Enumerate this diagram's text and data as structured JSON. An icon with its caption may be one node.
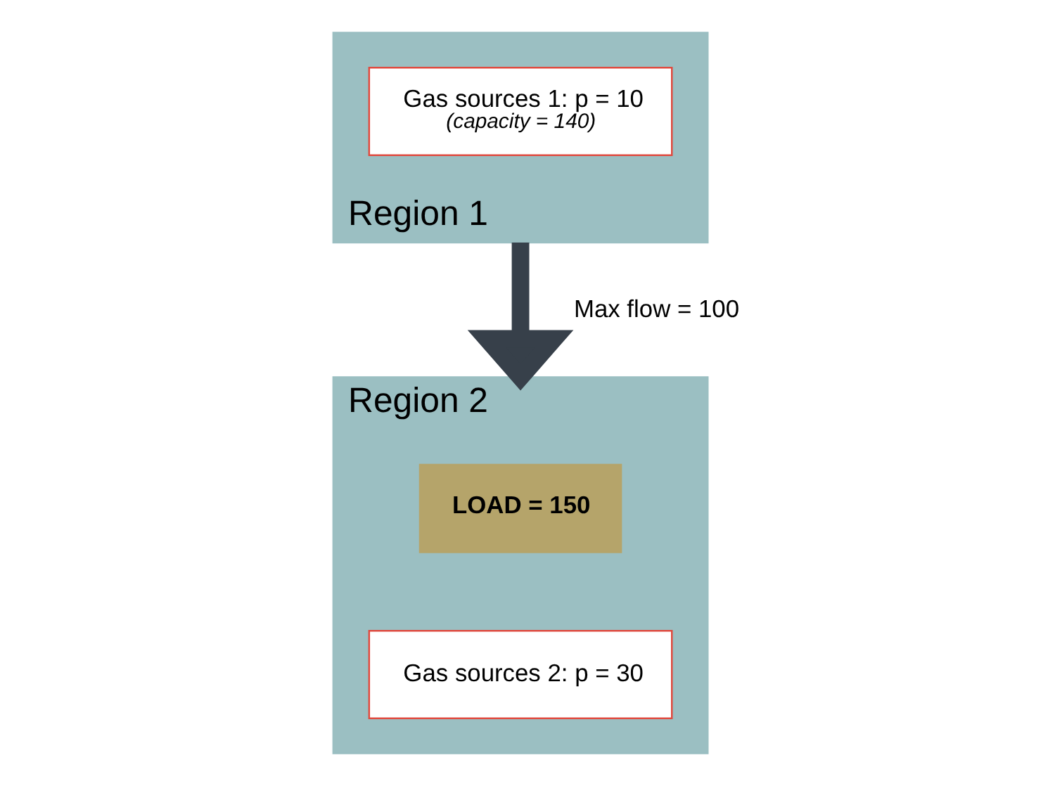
{
  "diagram": {
    "nodes": [
      {
        "text": [
          "Region 1"
        ]
      },
      {
        "text": [
          "Gas sources 1: p = 10",
          "(capacity = 140)"
        ],
        "in": 0
      },
      {
        "text": [
          "Region 2"
        ]
      },
      {
        "text": [
          "LOAD = 150"
        ],
        "in": 2
      },
      {
        "text": [
          "Gas sources 2: p = 30"
        ],
        "in": 2
      }
    ],
    "edges": [
      {
        "from": 0,
        "to": 2,
        "arrow": "to",
        "label": "Max flow = 100"
      }
    ]
  }
}
